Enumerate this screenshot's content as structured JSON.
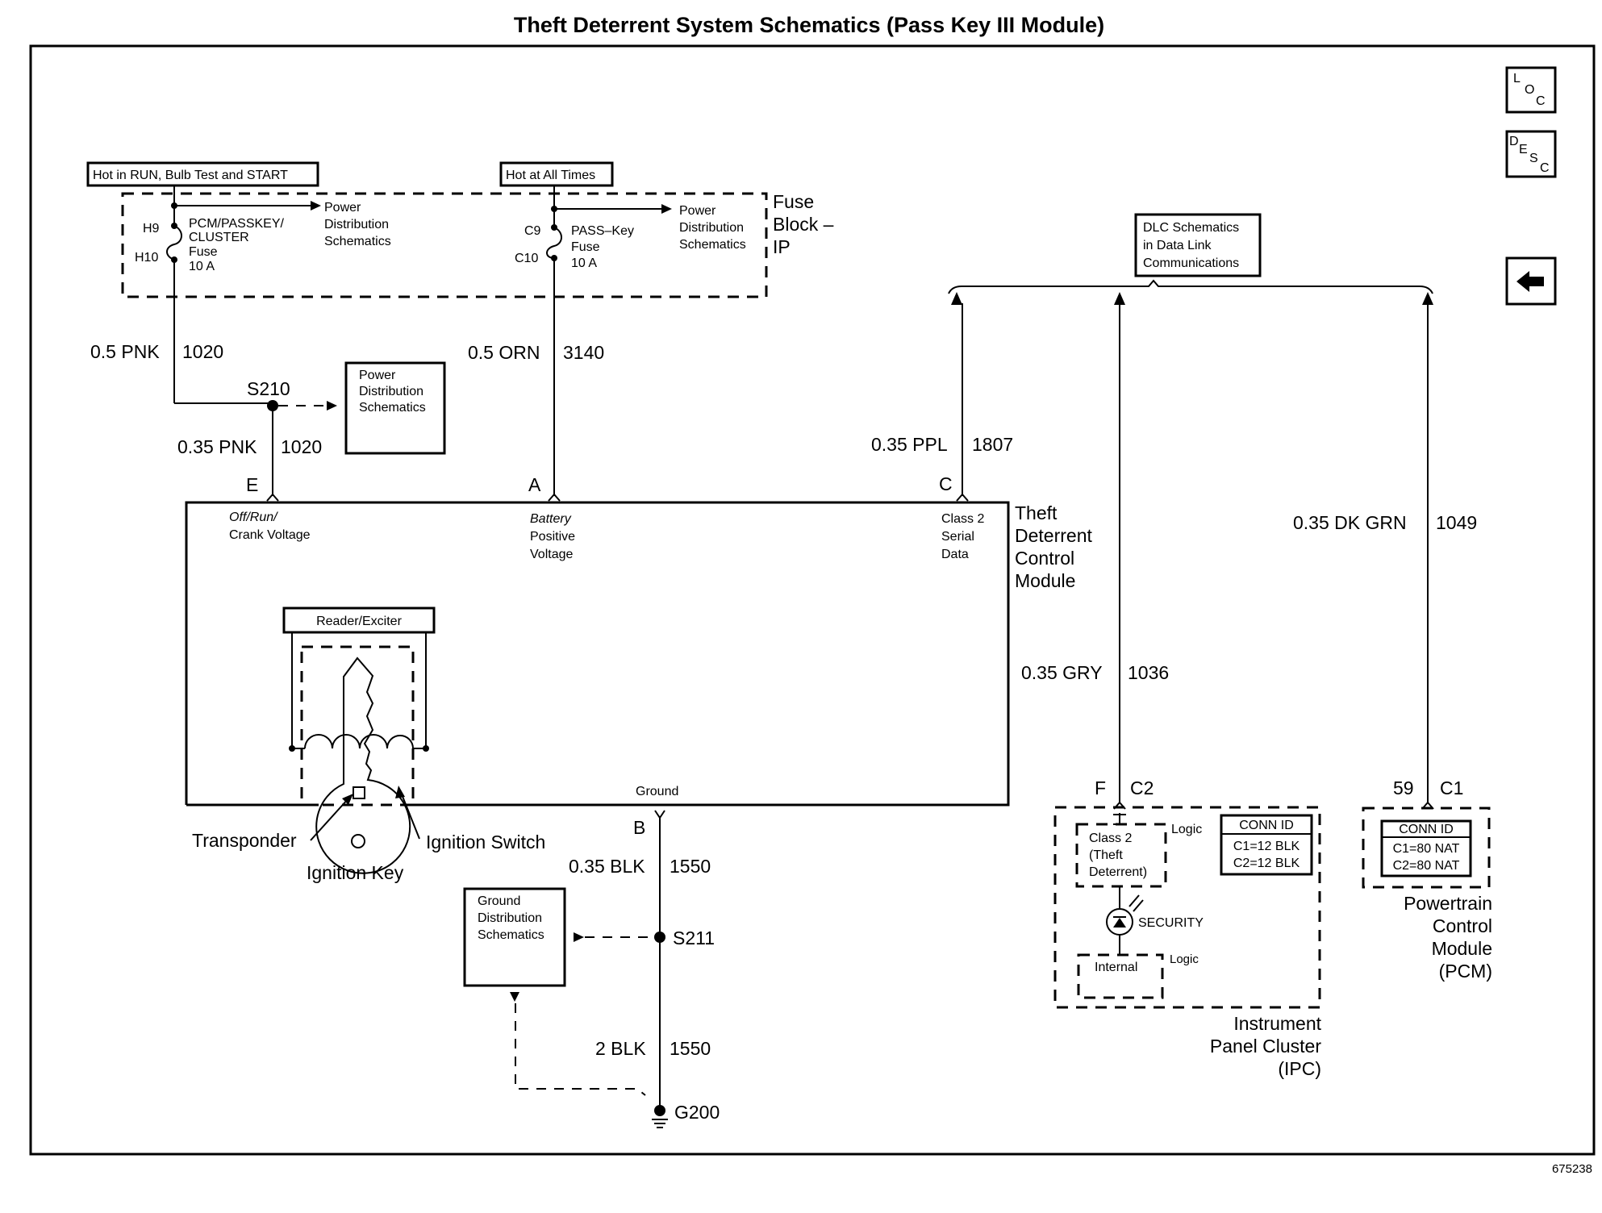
{
  "title": "Theft Deterrent System Schematics (Pass Key III Module)",
  "nav_buttons": {
    "loc": [
      "L",
      "O",
      "C"
    ],
    "desc": [
      "D",
      "E",
      "S",
      "C"
    ],
    "back_icon": "left-arrow-icon"
  },
  "power_labels": {
    "run_bulb_start": "Hot in RUN, Bulb Test and START",
    "all_times": "Hot at All Times"
  },
  "fuse_block": {
    "name_lines": [
      "Fuse",
      "Block –",
      "IP"
    ],
    "fuse1": {
      "term_top": "H9",
      "term_bottom": "H10",
      "name_lines": [
        "PCM/PASSKEY/",
        "CLUSTER",
        "Fuse",
        "10 A"
      ],
      "dest_lines": [
        "Power",
        "Distribution",
        "Schematics"
      ]
    },
    "fuse2": {
      "term_top": "C9",
      "term_bottom": "C10",
      "name_lines": [
        "PASS–Key",
        "Fuse",
        "10 A"
      ],
      "dest_lines": [
        "Power",
        "Distribution",
        "Schematics"
      ]
    }
  },
  "wires": {
    "pnk_upper": {
      "gauge_color": "0.5 PNK",
      "circuit": "1020"
    },
    "orn": {
      "gauge_color": "0.5 ORN",
      "circuit": "3140"
    },
    "pnk_lower": {
      "gauge_color": "0.35 PNK",
      "circuit": "1020"
    },
    "ppl": {
      "gauge_color": "0.35 PPL",
      "circuit": "1807"
    },
    "dk_grn": {
      "gauge_color": "0.35 DK GRN",
      "circuit": "1049"
    },
    "gry": {
      "gauge_color": "0.35 GRY",
      "circuit": "1036"
    },
    "blk_upper": {
      "gauge_color": "0.35 BLK",
      "circuit": "1550"
    },
    "blk_lower": {
      "gauge_color": "2 BLK",
      "circuit": "1550"
    }
  },
  "splices": {
    "s210": "S210",
    "s211": "S211",
    "g200": "G200"
  },
  "power_dist_box_lines": [
    "Power",
    "Distribution",
    "Schematics"
  ],
  "ground_dist_box_lines": [
    "Ground",
    "Distribution",
    "Schematics"
  ],
  "dlc_box_lines": [
    "DLC Schematics",
    "in Data Link",
    "Communications"
  ],
  "module": {
    "name_lines": [
      "Theft",
      "Deterrent",
      "Control",
      "Module"
    ],
    "pins": {
      "E": {
        "pin": "E",
        "desc_lines": [
          "Off/Run/",
          "Crank Voltage"
        ]
      },
      "A": {
        "pin": "A",
        "desc_lines": [
          "Battery",
          "Positive",
          "Voltage"
        ]
      },
      "C": {
        "pin": "C",
        "desc_lines": [
          "Class 2",
          "Serial",
          "Data"
        ]
      },
      "B": {
        "pin": "B",
        "desc": "Ground"
      }
    },
    "reader_exciter": "Reader/Exciter",
    "transponder": "Transponder",
    "ignition_key": "Ignition Key",
    "ignition_switch": "Ignition Switch"
  },
  "ipc": {
    "pin": "F",
    "connector": "C2",
    "logic_top": "Logic",
    "class2_lines": [
      "Class 2",
      "(Theft",
      "Deterrent)"
    ],
    "security": "SECURITY",
    "internal": "Internal",
    "logic_bottom": "Logic",
    "conn_id_title": "CONN ID",
    "conn_id_lines": [
      "C1=12 BLK",
      "C2=12 BLK"
    ],
    "name_lines": [
      "Instrument",
      "Panel Cluster",
      "(IPC)"
    ]
  },
  "pcm": {
    "pin": "59",
    "connector": "C1",
    "conn_id_title": "CONN ID",
    "conn_id_lines": [
      "C1=80 NAT",
      "C2=80 NAT"
    ],
    "name_lines": [
      "Powertrain",
      "Control",
      "Module",
      "(PCM)"
    ]
  },
  "figure_number": "675238"
}
